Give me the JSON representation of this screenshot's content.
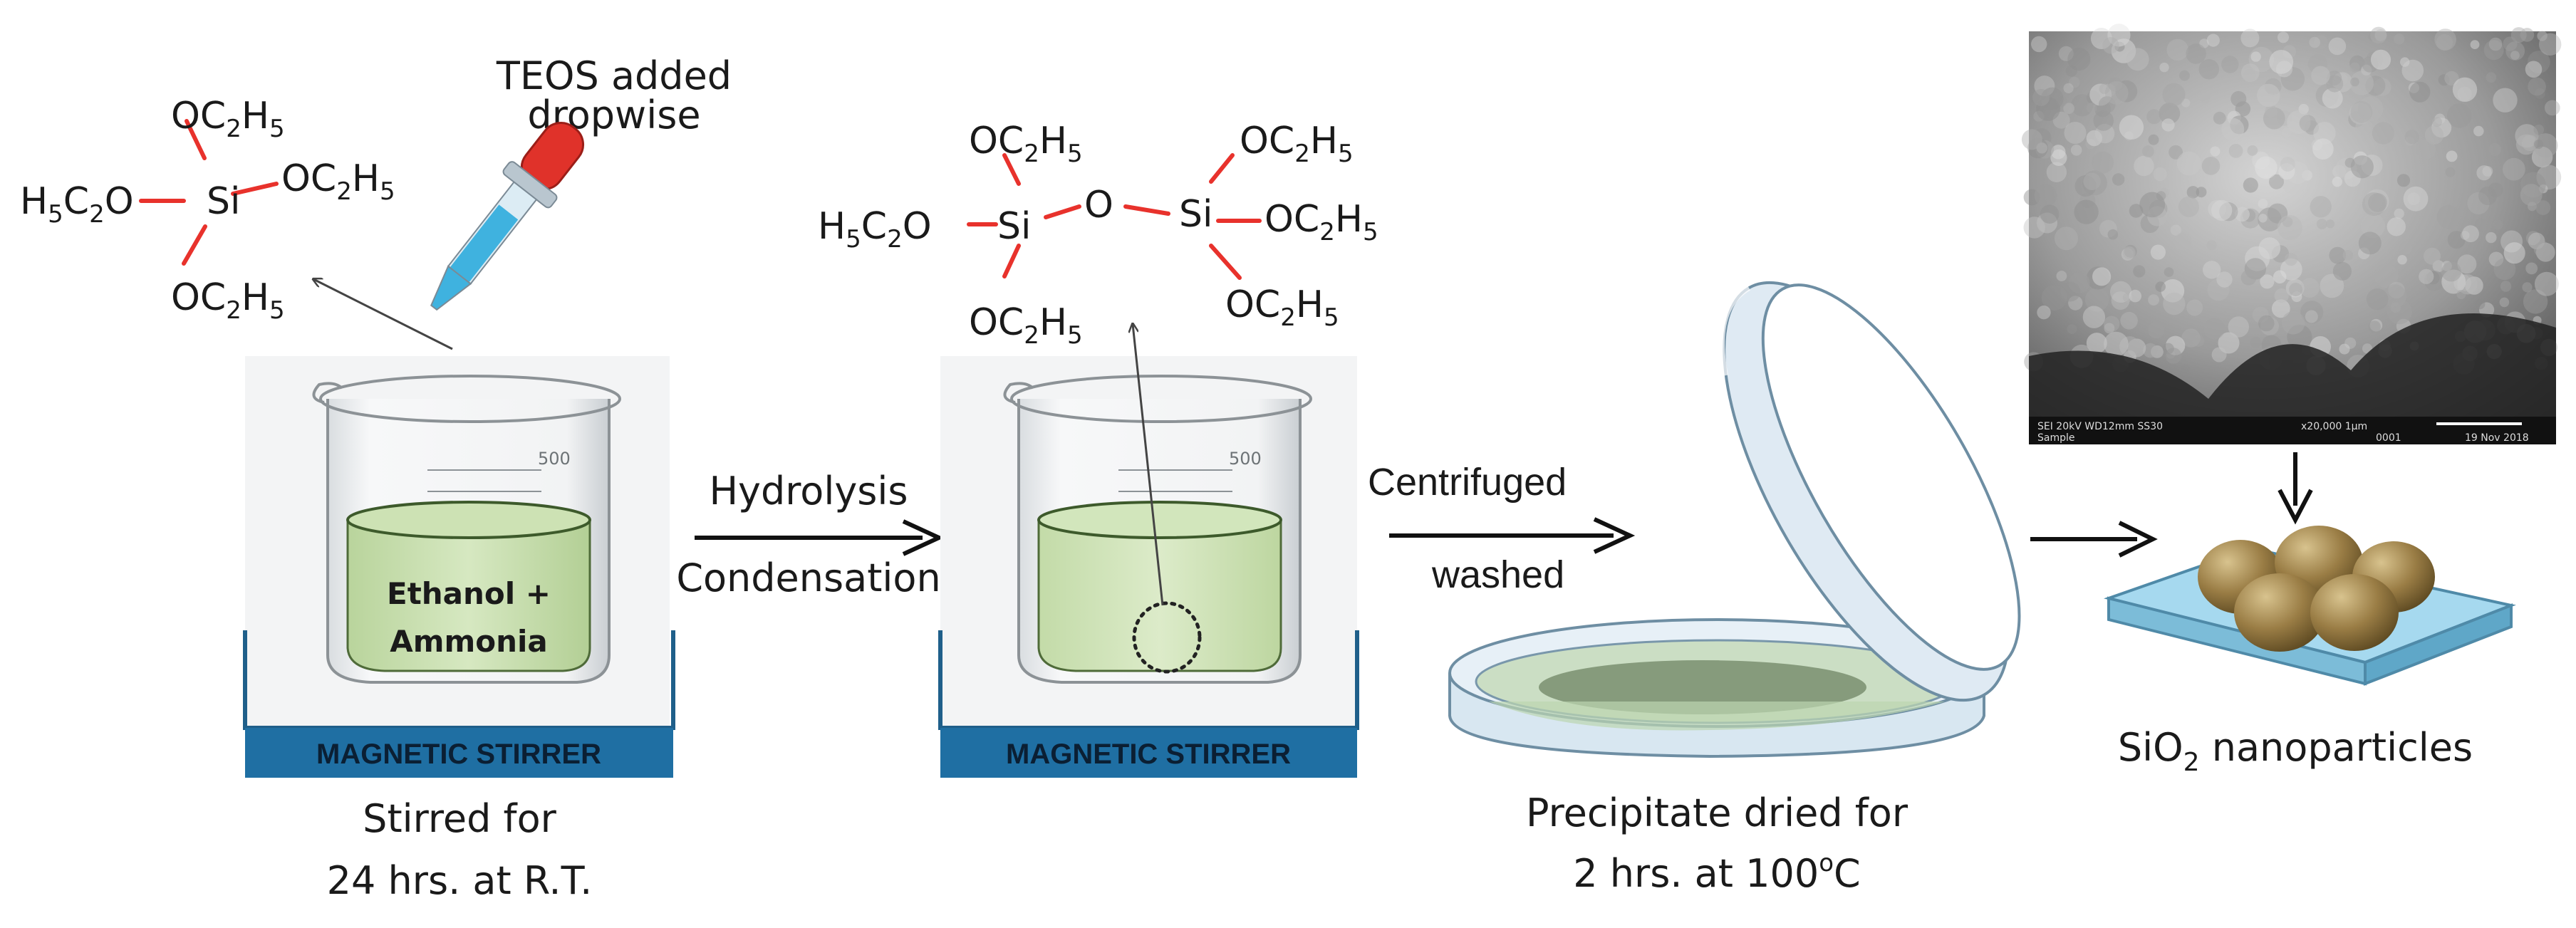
{
  "stage1": {
    "molecule": {
      "center": "Si",
      "top": "OC",
      "top_sub1": "2",
      "top_h": "H",
      "top_sub2": "5",
      "right": "OC",
      "right_sub1": "2",
      "right_h": "H",
      "right_sub2": "5",
      "bottom": "OC",
      "bottom_sub1": "2",
      "bottom_h": "H",
      "bottom_sub2": "5",
      "left_h": "H",
      "left_sub1": "5",
      "left_c": "C",
      "left_sub2": "2",
      "left_o": "O"
    },
    "dropper_label_line1": "TEOS added",
    "dropper_label_line2": "dropwise",
    "beaker_label_line1": "Ethanol +",
    "beaker_label_line2": "Ammonia",
    "beaker_marking": "500",
    "stirrer_label": "MAGNETIC STIRRER",
    "caption_line1": "Stirred for",
    "caption_line2": "24 hrs. at R.T."
  },
  "arrow1": {
    "label_line1": "Hydrolysis",
    "label_line2": "Condensation"
  },
  "stage2": {
    "molecule": {
      "si1": "Si",
      "si2": "Si",
      "bridge_o": "O",
      "oc": "OC",
      "sub2": "2",
      "h": "H",
      "sub5": "5",
      "left_h": "H",
      "left_sub1": "5",
      "left_c": "C",
      "left_sub2": "2",
      "left_o": "O"
    },
    "beaker_marking": "500",
    "stirrer_label": "MAGNETIC STIRRER"
  },
  "arrow2": {
    "label_line1": "Centrifuged",
    "label_line2": "washed"
  },
  "stage3": {
    "caption_line1": "Precipitate dried for",
    "caption_line2": "2 hrs. at 100",
    "caption_sup": "o",
    "caption_unit": "C"
  },
  "stage4": {
    "sem_info_left": "SEI   20kV   WD12mm   SS30",
    "sem_info_sample": "Sample",
    "sem_info_mag": "x20,000   1μm",
    "sem_info_num": "0001",
    "sem_info_date": "19 Nov 2018",
    "caption_pre": "SiO",
    "caption_sub": "2",
    "caption_post": " nanoparticles"
  },
  "colors": {
    "bond": "#e8322c",
    "liquid": "#cfe3b6",
    "stirrer": "#1f6fa3",
    "dropper_liquid": "#3fb2df",
    "dropper_bulb": "#e0322a",
    "nanoparticle": "#9a7d45",
    "substrate": "#9fd3ea",
    "petri": "#c6dcec"
  }
}
